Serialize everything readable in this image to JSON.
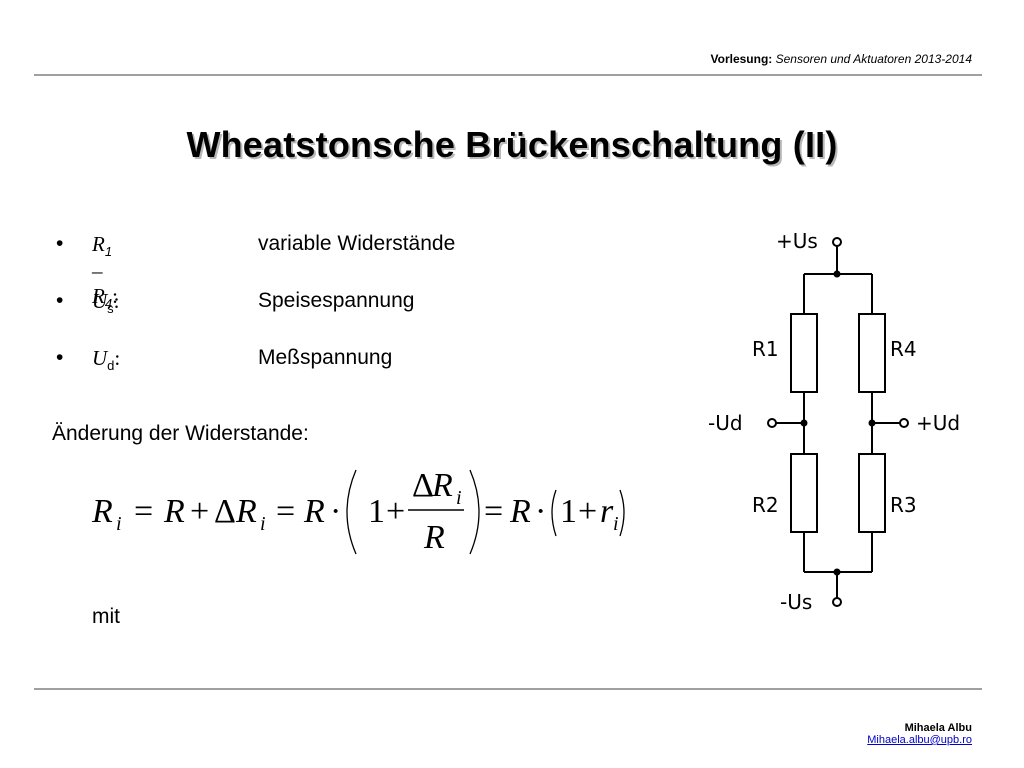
{
  "header": {
    "label": "Vorlesung:",
    "course": "Sensoren und Aktuatoren 2013-2014"
  },
  "title": "Wheatstonsche Brückenschaltung (II)",
  "bullets": [
    {
      "symbol": "R",
      "sub": "1",
      "mid": " – ",
      "symbol2": "R",
      "sub2": "4",
      "colon": ":",
      "description": "variable Widerstände"
    },
    {
      "symbol": "U",
      "sub": "s",
      "colon": ":",
      "description": "Speisespannung"
    },
    {
      "symbol": "U",
      "sub": "d",
      "colon": ":",
      "description": "Meßspannung"
    }
  ],
  "section_text": "Änderung der Widerstande:",
  "mit_text": "mit",
  "circuit": {
    "plus_us": "+Us",
    "minus_us": "-Us",
    "minus_ud": "-Ud",
    "plus_ud": "+Ud",
    "r1": "R1",
    "r2": "R2",
    "r3": "R3",
    "r4": "R4"
  },
  "footer": {
    "name": "Mihaela Albu",
    "email": "Mihaela.albu@upb.ro"
  }
}
